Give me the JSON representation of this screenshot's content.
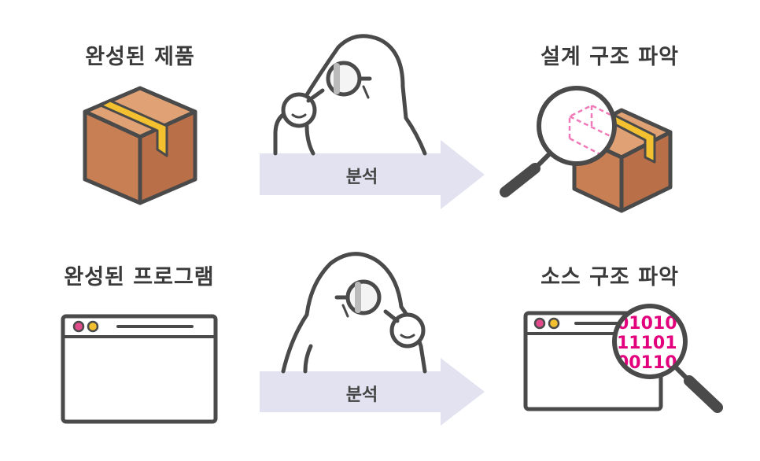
{
  "row1": {
    "left_label": "완성된 제품",
    "arrow_label": "분석",
    "right_label": "설계 구조 파악"
  },
  "row2": {
    "left_label": "완성된 프로그램",
    "arrow_label": "분석",
    "right_label": "소스 구조 파악",
    "binary_lines": [
      "01010",
      "11101",
      "00110"
    ]
  },
  "icons": {
    "product": "cardboard-box-icon",
    "character": "analyst-with-magnifier-icon",
    "magnifier": "magnifying-glass-icon",
    "window": "browser-window-icon"
  },
  "colors": {
    "outline": "#4a4a4a",
    "box_front": "#c97f54",
    "box_top": "#e0a274",
    "box_side": "#b96f47",
    "tape": "#f3c030",
    "arrow": "#e2e2f0",
    "binary": "#e3007d",
    "dash": "#f07ab8"
  }
}
